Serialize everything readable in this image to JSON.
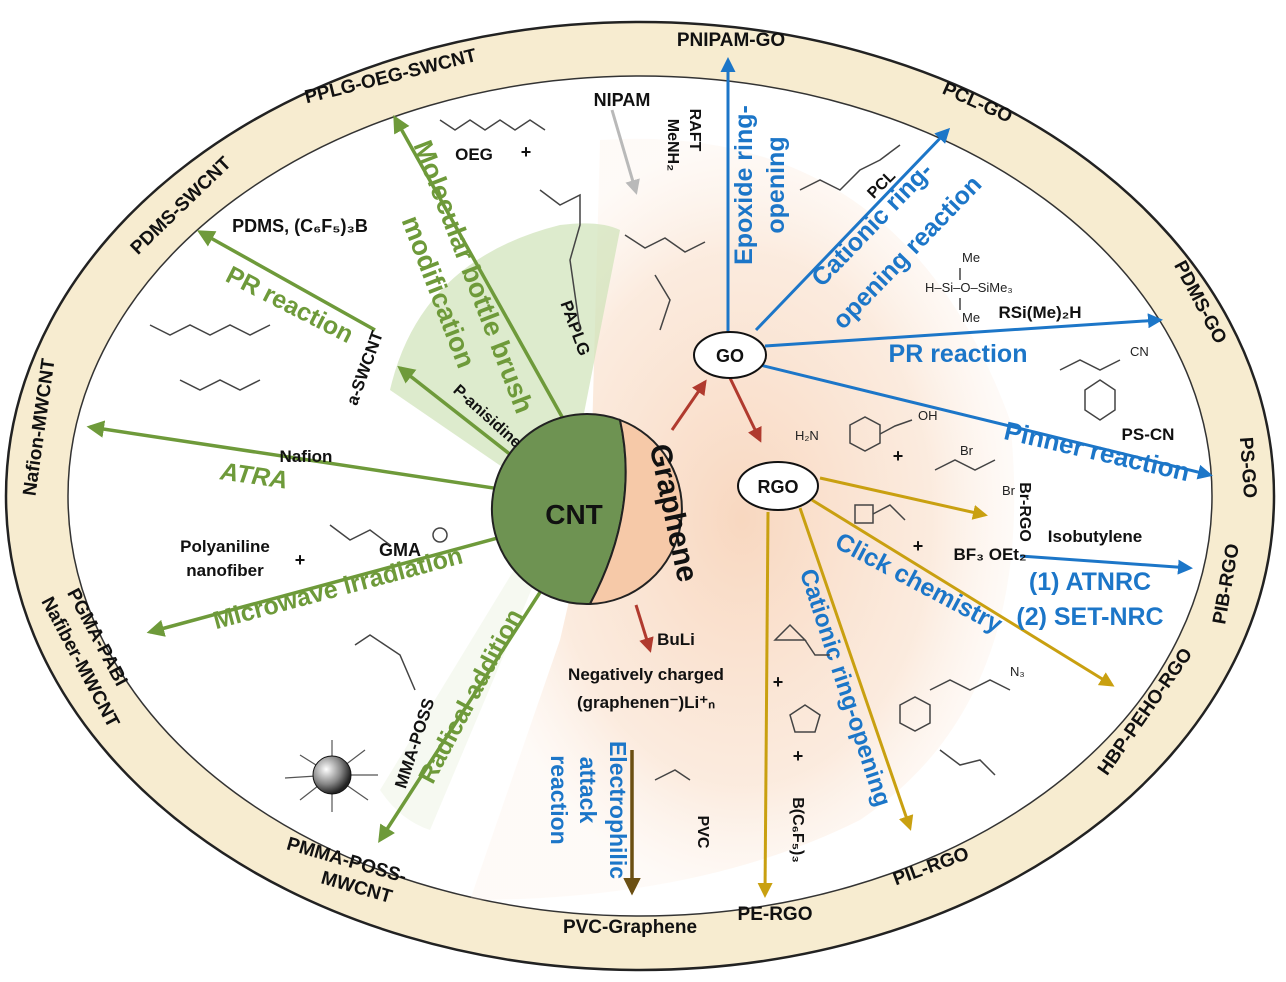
{
  "centers": {
    "cnt": "CNT",
    "graphene": "Graphene",
    "go": "GO",
    "rgo": "RGO"
  },
  "ring_labels": {
    "pnipam_go": "PNIPAM-GO",
    "pcl_go": "PCL-GO",
    "pdms_go": "PDMS-GO",
    "ps_go": "PS-GO",
    "pib_rgo": "PIB-RGO",
    "hbp_peho_rgo": "HBP-PEHO-RGO",
    "pil_rgo": "PIL-RGO",
    "pe_rgo": "PE-RGO",
    "pvc_graphene": "PVC-Graphene",
    "pmma_poss_mwcnt_1": "PMMA-POSS-",
    "pmma_poss_mwcnt_2": "MWCNT",
    "pgma_pabi": "PGMA-PABI",
    "nafiber_mwcnt": "Nafiber-MWCNT",
    "nafion_mwcnt": "Nafion-MWCNT",
    "pdms_swcnt": "PDMS-SWCNT",
    "pplg_oeg_swcnt": "PPLG-OEG-SWCNT"
  },
  "green_texts": {
    "molecular_1": "Molecular bottle brush",
    "molecular_2": "modification",
    "pr_reaction": "PR reaction",
    "atra": "ATRA",
    "microwave": "Microwave irradiation",
    "radical": "Radical addition"
  },
  "blue_texts": {
    "epoxide_1": "Epoxide ring-",
    "epoxide_2": "opening",
    "cationic_1": "Cationic ring-",
    "cationic_2": "opening reaction",
    "pr_reaction": "PR reaction",
    "pinner": "Pinner reaction",
    "atnrc": "(1) ATNRC",
    "setnrc": "(2) SET-NRC",
    "click": "Click chemistry",
    "cationic_ro": "Cationic ring-opening",
    "electro_1": "Electrophilic",
    "electro_2": "attack",
    "electro_3": "reaction"
  },
  "black_texts": {
    "nipam": "NIPAM",
    "raft": "RAFT",
    "menh2": "MeNH₂",
    "oeg": "OEG",
    "plus": "+",
    "paplg": "PAPLG",
    "pdms_c6f5": "PDMS, (C₆F₅)₃B",
    "a_swcnt": "a-SWCNT",
    "p_anisidine": "P-anisidine",
    "nafion": "Nafion",
    "gma": "GMA",
    "polyaniline": "Polyaniline",
    "nanofiber": "nanofiber",
    "mma_poss": "MMA-POSS",
    "buli": "BuLi",
    "neg_charged": "Negatively charged",
    "graphenen": "(graphenen⁻)Li⁺ₙ",
    "pvc": "PVC",
    "b_c6f5": "B(C₆F₅)₃",
    "bf3": "BF₃ OEt₂",
    "isobutylene": "Isobutylene",
    "br_rgo": "Br-RGO",
    "ps_cn": "PS-CN",
    "rsi": "RSi(Me)₂H",
    "pcl": "PCL",
    "h2n": "H₂N",
    "oh": "OH",
    "br": "Br",
    "n3": "N₃",
    "cn": "CN",
    "me": "Me",
    "si_chain": "H–Si–O–SiMe₃"
  },
  "colors": {
    "green": "#6e9a3a",
    "blue": "#1c76c8",
    "red": "#b03a2e",
    "gold": "#c9a010",
    "brown": "#6b4f12",
    "cnt_fill": "#6e9352",
    "graphene_fill": "#f6c9a8",
    "ring_fill": "#f7ecd0"
  }
}
